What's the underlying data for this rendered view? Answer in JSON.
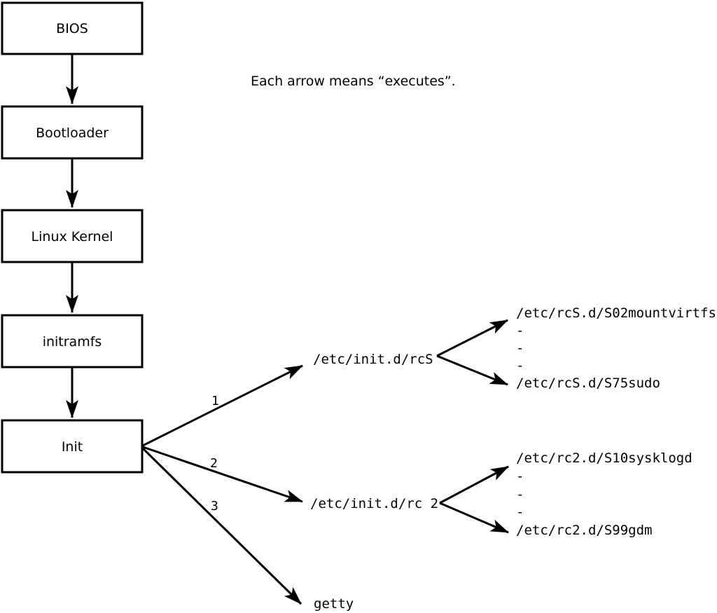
{
  "legend": {
    "text": "Each arrow means “executes”."
  },
  "colors": {
    "stroke": "#000000",
    "text": "#000000",
    "background": "#ffffff",
    "box_fill": "#ffffff"
  },
  "boot_chain": {
    "nodes": [
      {
        "id": "bios",
        "label": "BIOS"
      },
      {
        "id": "bootloader",
        "label": "Bootloader"
      },
      {
        "id": "linux-kernel",
        "label": "Linux Kernel"
      },
      {
        "id": "initramfs",
        "label": "initramfs"
      },
      {
        "id": "init",
        "label": "Init"
      }
    ]
  },
  "init_branches": [
    {
      "number": "1",
      "target": "/etc/init.d/rcS",
      "expansion": {
        "first": "/etc/rcS.d/S02mountvirtfs",
        "ellipsis": [
          "-",
          "-",
          "-"
        ],
        "last": "/etc/rcS.d/S75sudo"
      }
    },
    {
      "number": "2",
      "target": "/etc/init.d/rc 2",
      "expansion": {
        "first": "/etc/rc2.d/S10sysklogd",
        "ellipsis": [
          "-",
          "-",
          "-"
        ],
        "last": "/etc/rc2.d/S99gdm"
      }
    },
    {
      "number": "3",
      "target": "getty"
    }
  ]
}
